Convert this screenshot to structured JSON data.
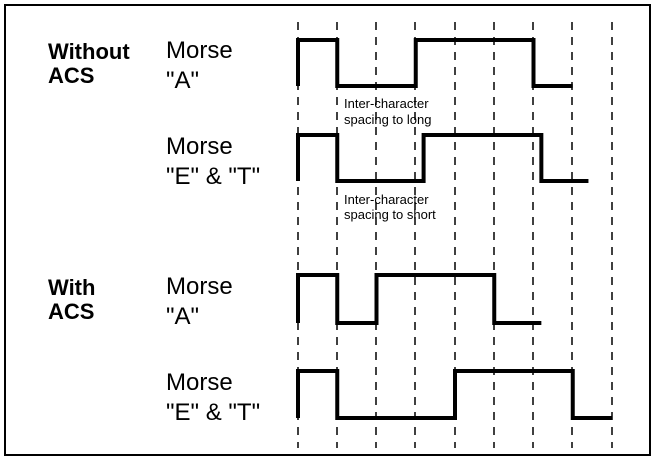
{
  "groups": [
    {
      "title_line1": "Without",
      "title_line2": "ACS",
      "rows": [
        {
          "label_line1": "Morse",
          "label_line2": "\"A\"",
          "note_line1": "Inter-character",
          "note_line2": "spacing to long",
          "wave": [
            [
              1,
              1
            ],
            [
              0,
              2
            ],
            [
              1,
              3
            ],
            [
              0,
              1
            ]
          ]
        },
        {
          "label_line1": "Morse",
          "label_line2": "\"E\" & \"T\"",
          "note_line1": "Inter-character",
          "note_line2": "spacing to short",
          "wave": [
            [
              1,
              1
            ],
            [
              0,
              2.2
            ],
            [
              1,
              3
            ],
            [
              0,
              1.2
            ]
          ]
        }
      ]
    },
    {
      "title_line1": "With",
      "title_line2": "ACS",
      "rows": [
        {
          "label_line1": "Morse",
          "label_line2": "\"A\"",
          "wave": [
            [
              1,
              1
            ],
            [
              0,
              1
            ],
            [
              1,
              3
            ],
            [
              0,
              1.2
            ]
          ]
        },
        {
          "label_line1": "Morse",
          "label_line2": "\"E\" & \"T\"",
          "wave": [
            [
              1,
              1
            ],
            [
              0,
              3
            ],
            [
              1,
              3
            ],
            [
              0,
              1
            ]
          ]
        }
      ]
    }
  ]
}
